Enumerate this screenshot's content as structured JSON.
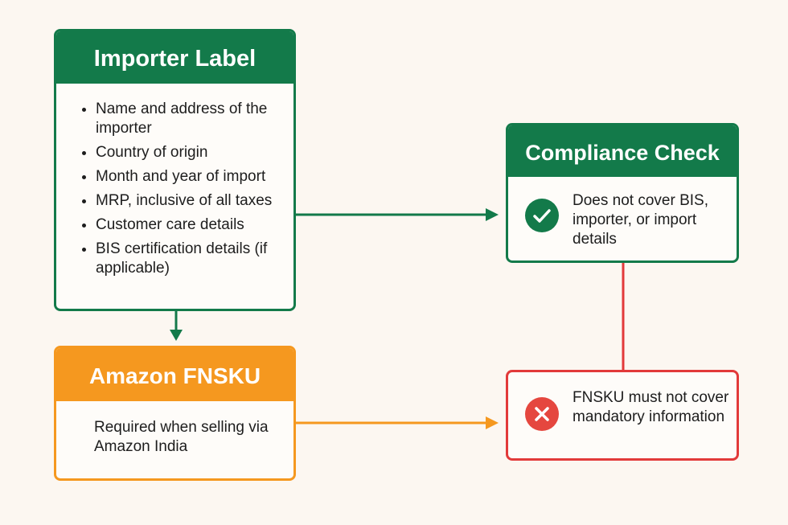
{
  "colors": {
    "background": "#fcf7f1",
    "green": "#137a4a",
    "orange": "#f5981f",
    "red": "#e23a3a"
  },
  "importer_label": {
    "title": "Importer Label",
    "items": [
      "Name and address of the importer",
      "Country of origin",
      "Month and year of import",
      "MRP, inclusive of all taxes",
      "Customer care details",
      "BIS certification details (if applicable)"
    ]
  },
  "amazon_fnsku": {
    "title": "Amazon FNSKU",
    "text": "Required when selling via Amazon India"
  },
  "compliance_check": {
    "title": "Compliance Check",
    "icon": "check-circle-icon",
    "text": "Does not cover BIS, importer, or import details"
  },
  "fnsku_warning": {
    "icon": "x-circle-icon",
    "text": "FNSKU must not cover mandatory information"
  },
  "connections": [
    {
      "from": "importer_label",
      "to": "compliance_check",
      "color": "green",
      "arrow": true
    },
    {
      "from": "importer_label",
      "to": "amazon_fnsku",
      "color": "green",
      "arrow": true
    },
    {
      "from": "amazon_fnsku",
      "to": "fnsku_warning",
      "color": "orange",
      "arrow": true
    },
    {
      "from": "compliance_check",
      "to": "fnsku_warning",
      "color": "red",
      "arrow": false
    }
  ]
}
